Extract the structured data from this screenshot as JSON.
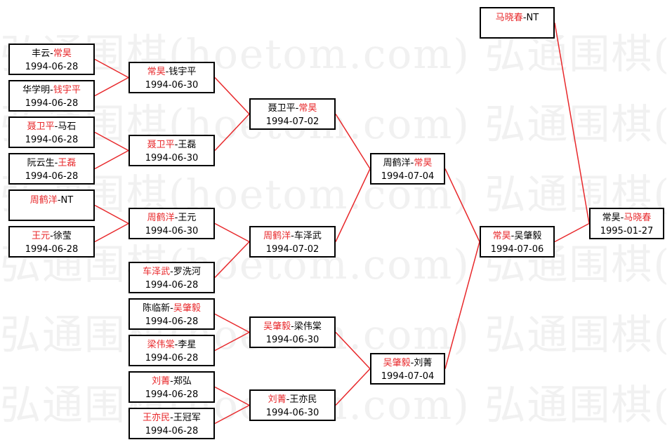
{
  "watermark": "弘通围棋(hoetom.com) 弘通围棋(h",
  "accent_color": "#e8282b",
  "matches": [
    {
      "id": "m1",
      "p1": "丰云",
      "p2": "常昊",
      "winner": 2,
      "date": "1994-06-28"
    },
    {
      "id": "m2",
      "p1": "华学明",
      "p2": "钱宇平",
      "winner": 2,
      "date": "1994-06-28"
    },
    {
      "id": "m3",
      "p1": "聂卫平",
      "p2": "马石",
      "winner": 1,
      "date": "1994-06-28"
    },
    {
      "id": "m4",
      "p1": "阮云生",
      "p2": "王磊",
      "winner": 2,
      "date": "1994-06-28"
    },
    {
      "id": "m5",
      "p1": "周鹤洋",
      "p2": "NT",
      "winner": 1,
      "date": ""
    },
    {
      "id": "m6",
      "p1": "王元",
      "p2": "徐莹",
      "winner": 1,
      "date": "1994-06-28"
    },
    {
      "id": "m7",
      "p1": "车泽武",
      "p2": "罗洗河",
      "winner": 1,
      "date": "1994-06-28"
    },
    {
      "id": "m8",
      "p1": "陈临新",
      "p2": "吴肇毅",
      "winner": 2,
      "date": "1994-06-28"
    },
    {
      "id": "m9",
      "p1": "梁伟棠",
      "p2": "李星",
      "winner": 1,
      "date": "1994-06-28"
    },
    {
      "id": "m10",
      "p1": "刘菁",
      "p2": "郑弘",
      "winner": 1,
      "date": "1994-06-28"
    },
    {
      "id": "m11",
      "p1": "王亦民",
      "p2": "王冠军",
      "winner": 1,
      "date": "1994-06-28"
    },
    {
      "id": "r2a",
      "p1": "常昊",
      "p2": "钱宇平",
      "winner": 1,
      "date": "1994-06-30"
    },
    {
      "id": "r2b",
      "p1": "聂卫平",
      "p2": "王磊",
      "winner": 1,
      "date": "1994-06-30"
    },
    {
      "id": "r2c",
      "p1": "周鹤洋",
      "p2": "王元",
      "winner": 1,
      "date": "1994-06-30"
    },
    {
      "id": "r2d",
      "p1": "吴肇毅",
      "p2": "梁伟棠",
      "winner": 1,
      "date": "1994-06-30"
    },
    {
      "id": "r2e",
      "p1": "刘菁",
      "p2": "王亦民",
      "winner": 1,
      "date": "1994-06-30"
    },
    {
      "id": "r3a",
      "p1": "聂卫平",
      "p2": "常昊",
      "winner": 2,
      "date": "1994-07-02"
    },
    {
      "id": "r3b",
      "p1": "周鹤洋",
      "p2": "车泽武",
      "winner": 1,
      "date": "1994-07-02"
    },
    {
      "id": "r4a",
      "p1": "周鹤洋",
      "p2": "常昊",
      "winner": 2,
      "date": "1994-07-04"
    },
    {
      "id": "r4b",
      "p1": "吴肇毅",
      "p2": "刘菁",
      "winner": 1,
      "date": "1994-07-04"
    },
    {
      "id": "r5",
      "p1": "常昊",
      "p2": "吴肇毅",
      "winner": 1,
      "date": "1994-07-06"
    },
    {
      "id": "top",
      "p1": "马晓春",
      "p2": "NT",
      "winner": 1,
      "date": ""
    },
    {
      "id": "final",
      "p1": "常昊",
      "p2": "马晓春",
      "winner": 2,
      "date": "1995-01-27"
    }
  ]
}
